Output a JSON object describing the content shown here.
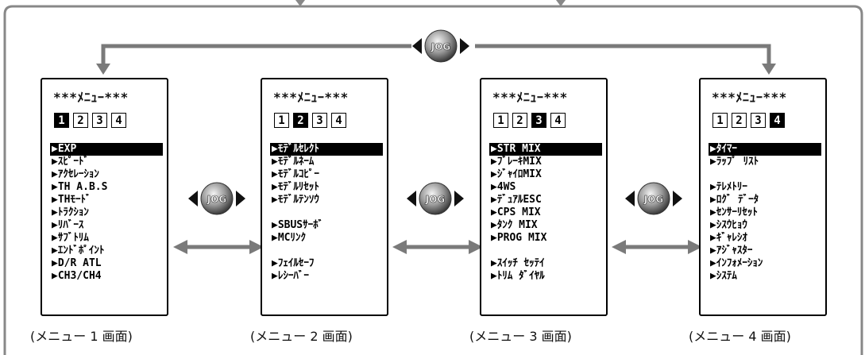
{
  "jog_label": "JOG",
  "menus": [
    {
      "title": "***ﾒﾆｭｰ***",
      "pages": [
        "1",
        "2",
        "3",
        "4"
      ],
      "selected_page": 1,
      "items": [
        "▶EXP",
        "▶ｽﾋﾟｰﾄﾞ",
        "▶ｱｸｾﾚｰｼｮﾝ",
        "▶TH A.B.S",
        "▶THﾓｰﾄﾞ",
        "▶ﾄﾗｸｼｮﾝ",
        "▶ﾘﾊﾞｰｽ",
        "▶ｻﾌﾞﾄﾘﾑ",
        "▶ｴﾝﾄﾞﾎﾟｲﾝﾄ",
        "▶D/R ATL",
        "▶CH3/CH4"
      ],
      "caption": "(メニュー 1 画面)"
    },
    {
      "title": "***ﾒﾆｭｰ***",
      "pages": [
        "1",
        "2",
        "3",
        "4"
      ],
      "selected_page": 2,
      "items": [
        "▶ﾓﾃﾞﾙｾﾚｸﾄ",
        "▶ﾓﾃﾞﾙﾈｰﾑ",
        "▶ﾓﾃﾞﾙｺﾋﾟｰ",
        "▶ﾓﾃﾞﾙﾘｾｯﾄ",
        "▶ﾓﾃﾞﾙﾃﾝｿｳ",
        "",
        "▶SBUSｻｰﾎﾞ",
        "▶MCﾘﾝｸ",
        "",
        "▶ﾌｪｲﾙｾｰﾌ",
        "▶ﾚｼｰﾊﾞｰ"
      ],
      "caption": "(メニュー 2 画面)"
    },
    {
      "title": "***ﾒﾆｭｰ***",
      "pages": [
        "1",
        "2",
        "3",
        "4"
      ],
      "selected_page": 3,
      "items": [
        "▶STR MIX",
        "▶ﾌﾞﾚｰｷMIX",
        "▶ｼﾞｬｲﾛMIX",
        "▶4WS",
        "▶ﾃﾞｭｱﾙESC",
        "▶CPS MIX",
        "▶ﾀﾝｸ MIX",
        "▶PROG MIX",
        "",
        "▶ｽｲｯﾁ ｾｯﾃｲ",
        "▶ﾄﾘﾑ ﾀﾞｲﾔﾙ"
      ],
      "caption": "(メニュー 3 画面)"
    },
    {
      "title": "***ﾒﾆｭｰ***",
      "pages": [
        "1",
        "2",
        "3",
        "4"
      ],
      "selected_page": 4,
      "items": [
        "▶ﾀｲﾏｰ",
        "▶ﾗｯﾌﾟ ﾘｽﾄ",
        "",
        "▶ﾃﾚﾒﾄﾘｰ",
        "▶ﾛｸﾞ ﾃﾞｰﾀ",
        "▶ｾﾝｻｰﾘｾｯﾄ",
        "▶ｼｽｳﾋｮｳ",
        "▶ｷﾞｬﾚｼｵ",
        "▶ｱｼﾞｬｽﾀｰ",
        "▶ｲﾝﾌｫﾒｰｼｮﾝ",
        "▶ｼｽﾃﾑ"
      ],
      "caption": "(メニュー 4 画面)"
    }
  ],
  "colors": {
    "arrow": "#7a7a7a",
    "frame": "#888888",
    "jog_dark": "#444444"
  }
}
